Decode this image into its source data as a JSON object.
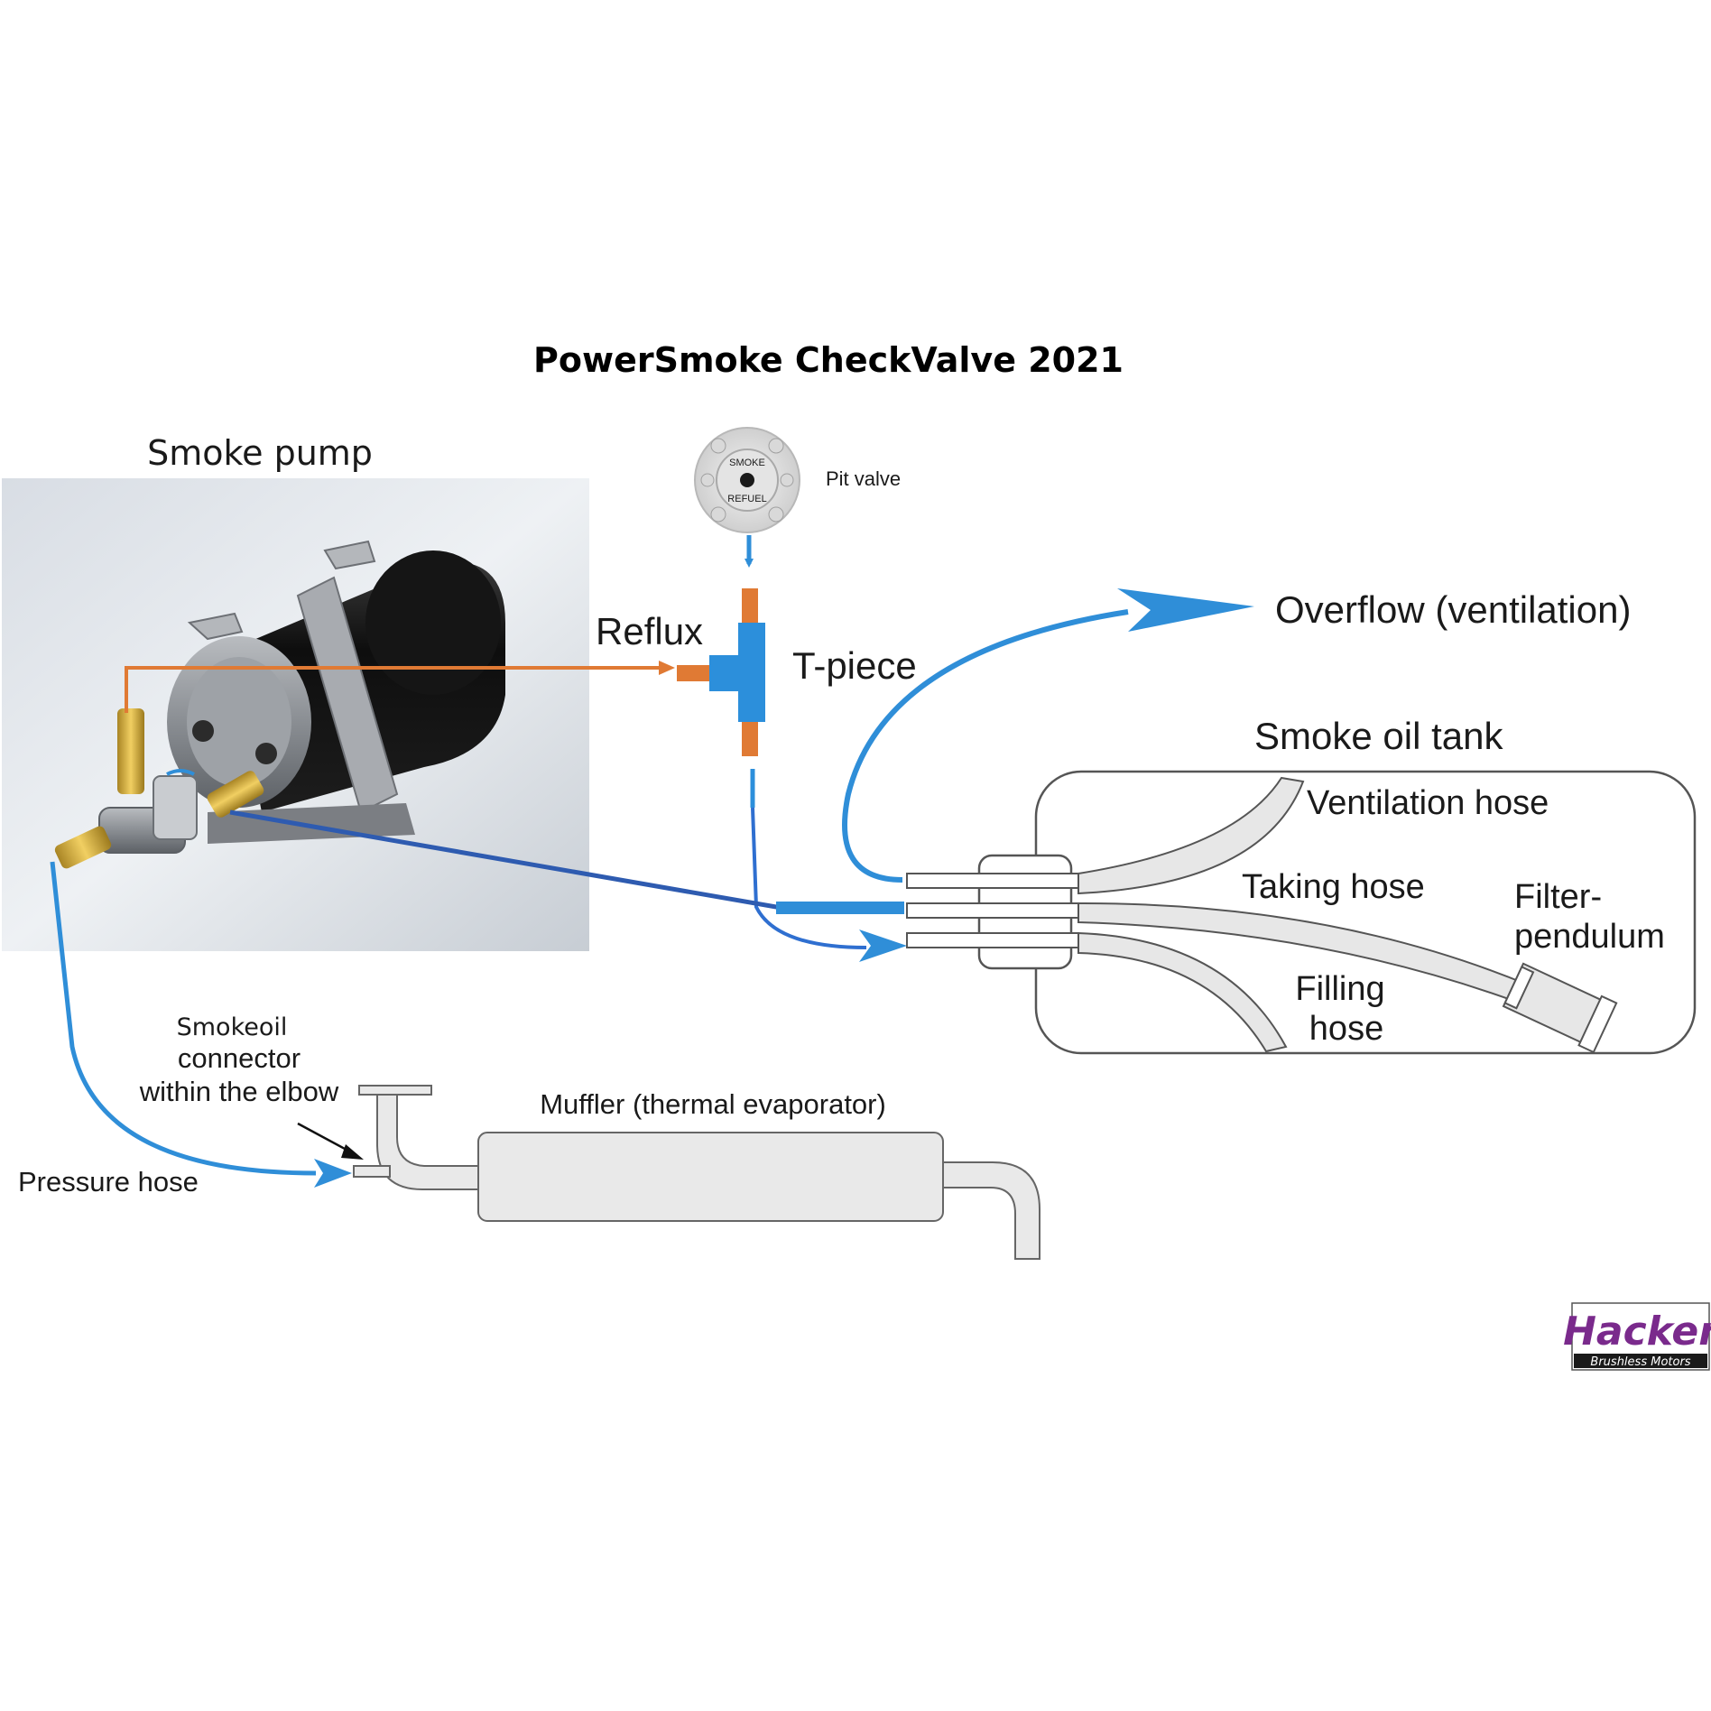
{
  "title": "PowerSmoke CheckValve 2021",
  "labels": {
    "smoke_pump": "Smoke pump",
    "pit_valve": "Pit valve",
    "reflux": "Reflux",
    "t_piece": "T-piece",
    "overflow": "Overflow (ventilation)",
    "smoke_oil_tank": "Smoke oil tank",
    "ventilation_hose": "Ventilation hose",
    "taking_hose": "Taking hose",
    "filter_pendulum_1": "Filter-",
    "filter_pendulum_2": "pendulum",
    "filling_hose_1": "Filling",
    "filling_hose_2": "hose",
    "smokeoil_1": "Smokeoil",
    "smokeoil_2": "connector",
    "smokeoil_3": "within the elbow",
    "muffler": "Muffler (thermal evaporator)",
    "pressure_hose": "Pressure hose"
  },
  "pit_valve_text": {
    "top": "SMOKE",
    "bottom": "REFUEL"
  },
  "logo": {
    "brand": "Hacker",
    "tagline": "Brushless Motors"
  },
  "colors": {
    "flow_blue": "#2f8ed8",
    "pressure_blue": "#2e5bb0",
    "reflux_orange": "#e07a34",
    "tpiece_blue": "#2c8fdb",
    "logo_purple": "#7a2a8c"
  }
}
